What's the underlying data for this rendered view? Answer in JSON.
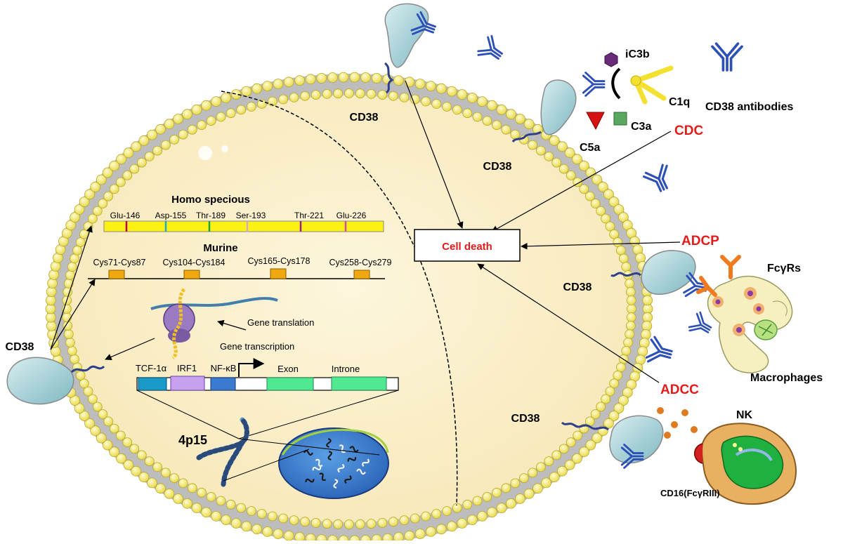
{
  "labels": {
    "cd38_top": "CD38",
    "cd38_mid": "CD38",
    "cd38_right": "CD38",
    "cd38_bottom": "CD38",
    "cd38_left": "CD38",
    "ic3b": "iC3b",
    "c1q": "C1q",
    "c3a": "C3a",
    "c5a": "C5a",
    "cd38_antibodies": "CD38 antibodies",
    "cdc": "CDC",
    "adcp": "ADCP",
    "adcc": "ADCC",
    "fcgrs": "FcγRs",
    "macrophages": "Macrophages",
    "nk": "NK",
    "cd16": "CD16(FcγRIII)",
    "cell_death": "Cell death",
    "gene_translation": "Gene translation",
    "gene_transcription": "Gene transcription",
    "chromosome_locus": "4p15"
  },
  "homo": {
    "title": "Homo specious",
    "sites": [
      "Glu-146",
      "Asp-155",
      "Thr-189",
      "Ser-193",
      "Thr-221",
      "Glu-226"
    ]
  },
  "murine": {
    "title": "Murine",
    "sites": [
      "Cys71-Cys87",
      "Cys104-Cys184",
      "Cys165-Cys178",
      "Cys258-Cys279"
    ]
  },
  "gene": {
    "elements": [
      "TCF-1α",
      "IRF1",
      "NF-κB",
      "Exon",
      "Introne"
    ]
  },
  "colors": {
    "membrane_head": "#f2ea7a",
    "cytoplasm": "#fcf2d2",
    "antibody": "#2c4fb8",
    "alert_red": "#e31b1b",
    "cd38_protein": "#9fd0d6",
    "nucleus": "#3a7fd0",
    "bar_yellow": "#fbf213"
  }
}
